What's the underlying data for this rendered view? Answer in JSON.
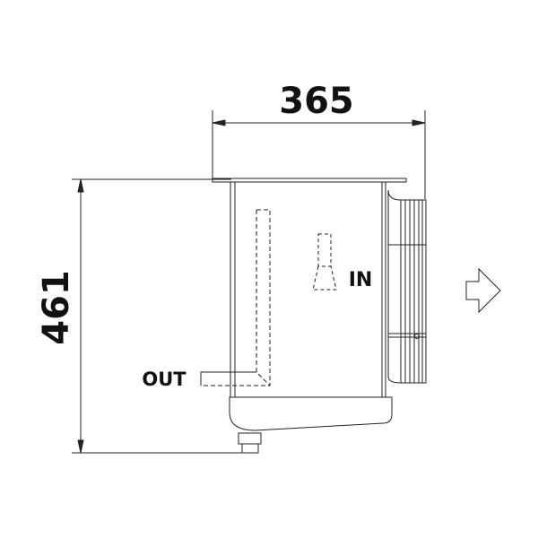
{
  "dimensions": {
    "width": "365",
    "height": "461"
  },
  "labels": {
    "inlet": "IN",
    "outlet": "OUT"
  },
  "icons": {
    "direction": "arrow-right-outline-icon"
  },
  "colors": {
    "line": "#222222",
    "background": "#ffffff"
  }
}
